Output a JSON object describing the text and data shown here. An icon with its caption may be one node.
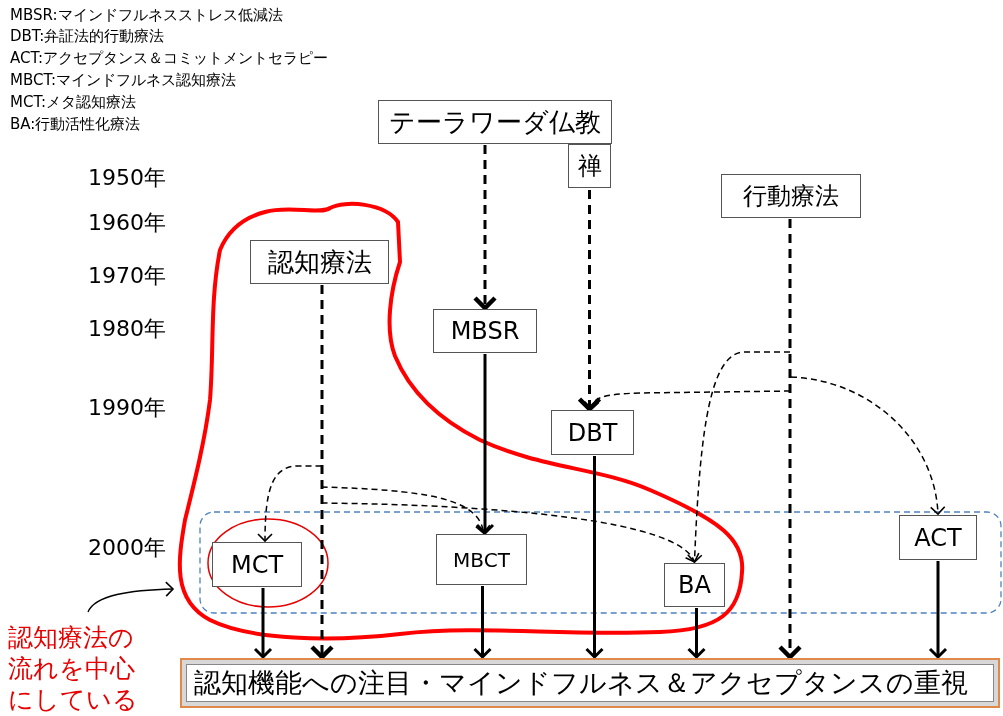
{
  "diagram": {
    "nodes": [
      {
        "text": [
          "テーラワーダ仏教"
        ]
      },
      {
        "text": [
          "禅"
        ]
      },
      {
        "text": [
          "行動療法"
        ]
      },
      {
        "text": [
          "認知療法"
        ]
      },
      {
        "text": [
          "MBSR"
        ]
      },
      {
        "text": [
          "DBT"
        ]
      },
      {
        "text": [
          "MCT"
        ]
      },
      {
        "text": [
          "MBCT"
        ]
      },
      {
        "text": [
          "BA"
        ]
      },
      {
        "text": [
          "ACT"
        ]
      },
      {
        "text": [
          "認知機能への注目・マインドフルネス＆アクセプタンスの重視"
        ]
      },
      {
        "text": [
          "認知療法の流れを中心にしている"
        ]
      }
    ],
    "edges": [
      {
        "from": 0,
        "to": 4,
        "arrow": "to",
        "style": "dashed"
      },
      {
        "from": 1,
        "to": 5,
        "arrow": "to",
        "style": "dashed"
      },
      {
        "from": 3,
        "to": 10,
        "arrow": "to",
        "style": "dashed"
      },
      {
        "from": 3,
        "to": 6,
        "arrow": "to",
        "style": "dashed"
      },
      {
        "from": 3,
        "to": 7,
        "arrow": "to",
        "style": "dashed"
      },
      {
        "from": 3,
        "to": 8,
        "arrow": "to",
        "style": "dashed"
      },
      {
        "from": 4,
        "to": 7,
        "arrow": "to"
      },
      {
        "from": 2,
        "to": 10,
        "arrow": "to",
        "style": "dashed"
      },
      {
        "from": 2,
        "to": 5,
        "arrow": "to",
        "style": "dashed"
      },
      {
        "from": 2,
        "to": 8,
        "arrow": "to",
        "style": "dashed"
      },
      {
        "from": 2,
        "to": 9,
        "arrow": "to",
        "style": "dashed"
      },
      {
        "from": 5,
        "to": 10,
        "arrow": "to"
      },
      {
        "from": 6,
        "to": 10,
        "arrow": "to"
      },
      {
        "from": 7,
        "to": 10,
        "arrow": "to"
      },
      {
        "from": 8,
        "to": 10,
        "arrow": "to"
      },
      {
        "from": 9,
        "to": 10,
        "arrow": "to"
      },
      {
        "from": 11,
        "to": null,
        "arrow": "to"
      }
    ],
    "labels": [
      "MBSR:マインドフルネスストレス低減法",
      "DBT:弁証法的行動療法",
      "ACT:アクセプタンス＆コミットメントセラピー",
      "MBCT:マインドフルネス認知療法",
      "MCT:メタ認知療法",
      "BA:行動活性化療法",
      "1950年",
      "1960年",
      "1970年",
      "1980年",
      "1990年",
      "2000年"
    ]
  }
}
